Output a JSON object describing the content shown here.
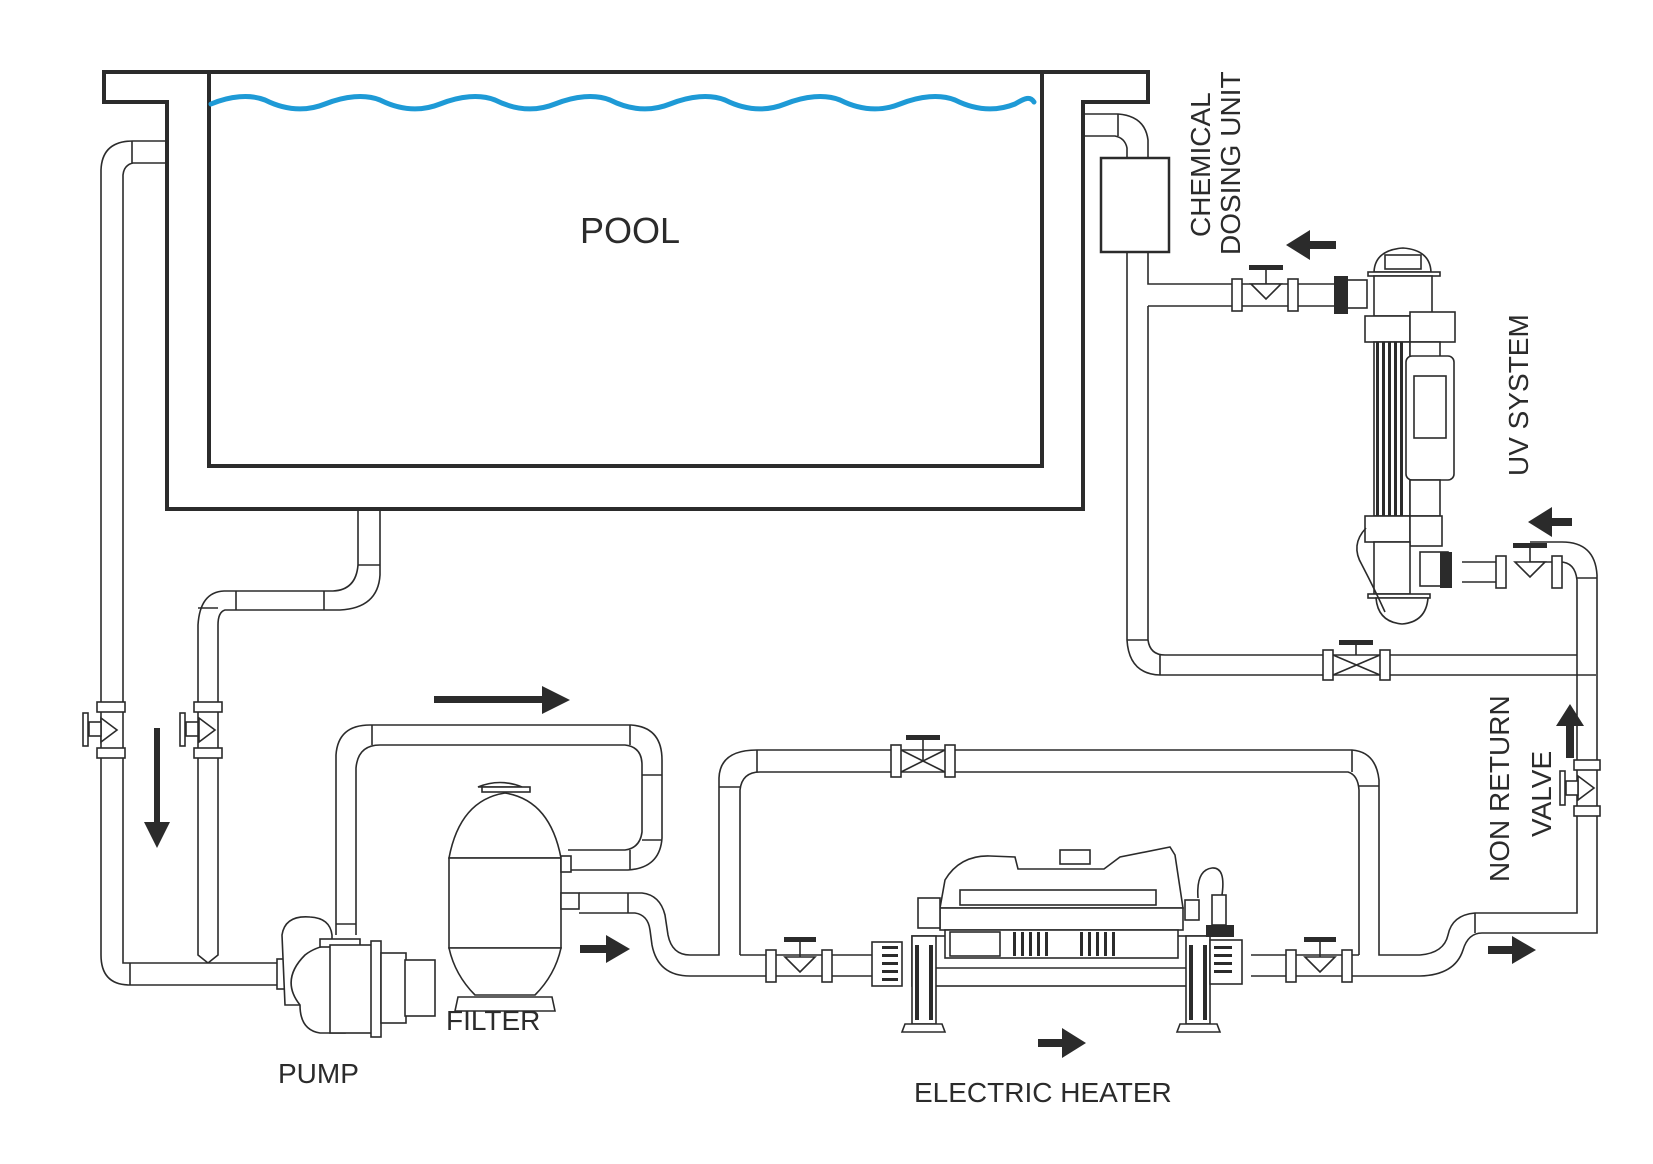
{
  "diagram": {
    "title": "Pool circulation system with filter, electric heater, UV system and chemical dosing",
    "colors": {
      "line": "#2b2b2b",
      "water": "#1e9ad6",
      "background": "#ffffff"
    },
    "labels": {
      "pool": "POOL",
      "chemical_dosing_line1": "CHEMICAL",
      "chemical_dosing_line2": "DOSING UNIT",
      "uv_system": "UV SYSTEM",
      "non_return_line1": "NON RETURN",
      "non_return_line2": "VALVE",
      "pump": "PUMP",
      "filter": "FILTER",
      "electric_heater": "ELECTRIC HEATER"
    },
    "components": [
      {
        "id": "pool",
        "name": "Pool"
      },
      {
        "id": "pump",
        "name": "Pump"
      },
      {
        "id": "filter",
        "name": "Filter"
      },
      {
        "id": "electric-heater",
        "name": "Electric Heater"
      },
      {
        "id": "uv-system",
        "name": "UV System"
      },
      {
        "id": "chemical-dosing-unit",
        "name": "Chemical Dosing Unit"
      },
      {
        "id": "non-return-valve",
        "name": "Non Return Valve"
      }
    ],
    "flow": [
      "pool",
      "pump",
      "filter",
      "electric-heater",
      "non-return-valve",
      "uv-system",
      "chemical-dosing-unit",
      "pool"
    ],
    "flow_arrows": [
      "down",
      "right",
      "right",
      "right",
      "right",
      "up",
      "left",
      "left"
    ]
  }
}
